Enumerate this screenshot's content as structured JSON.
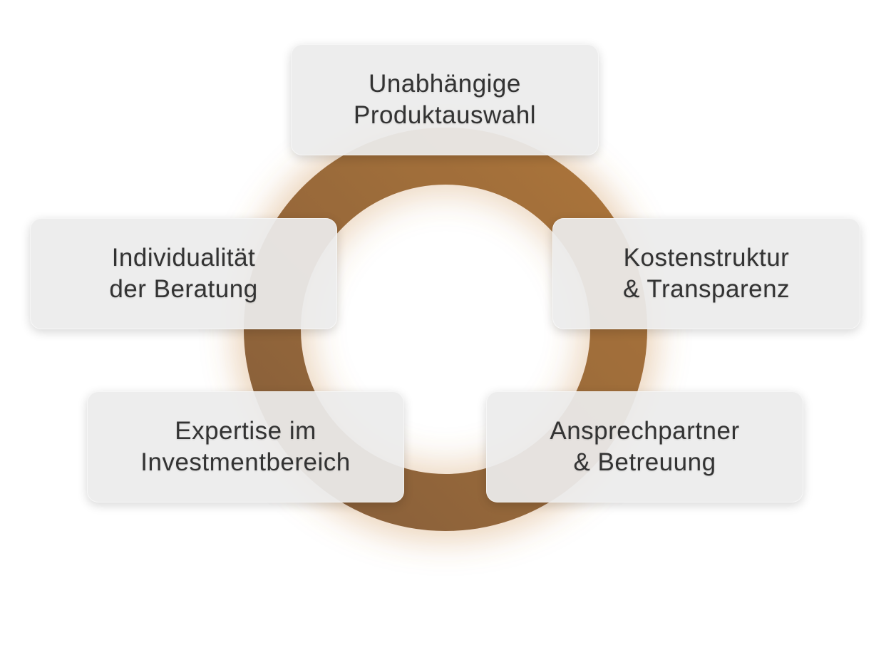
{
  "colors": {
    "ring_light": "#a0621f",
    "ring_dark": "#77491f",
    "text": "#333333",
    "card": "#ececec"
  },
  "items": [
    {
      "line1": "Unabhängige",
      "line2": "Produktauswahl"
    },
    {
      "line1": "Individualität",
      "line2": "der Beratung"
    },
    {
      "line1": "Kostenstruktur",
      "line2": "& Transparenz"
    },
    {
      "line1": "Expertise im",
      "line2": "Investmentbereich"
    },
    {
      "line1": "Ansprechpartner",
      "line2": "& Betreuung"
    }
  ]
}
